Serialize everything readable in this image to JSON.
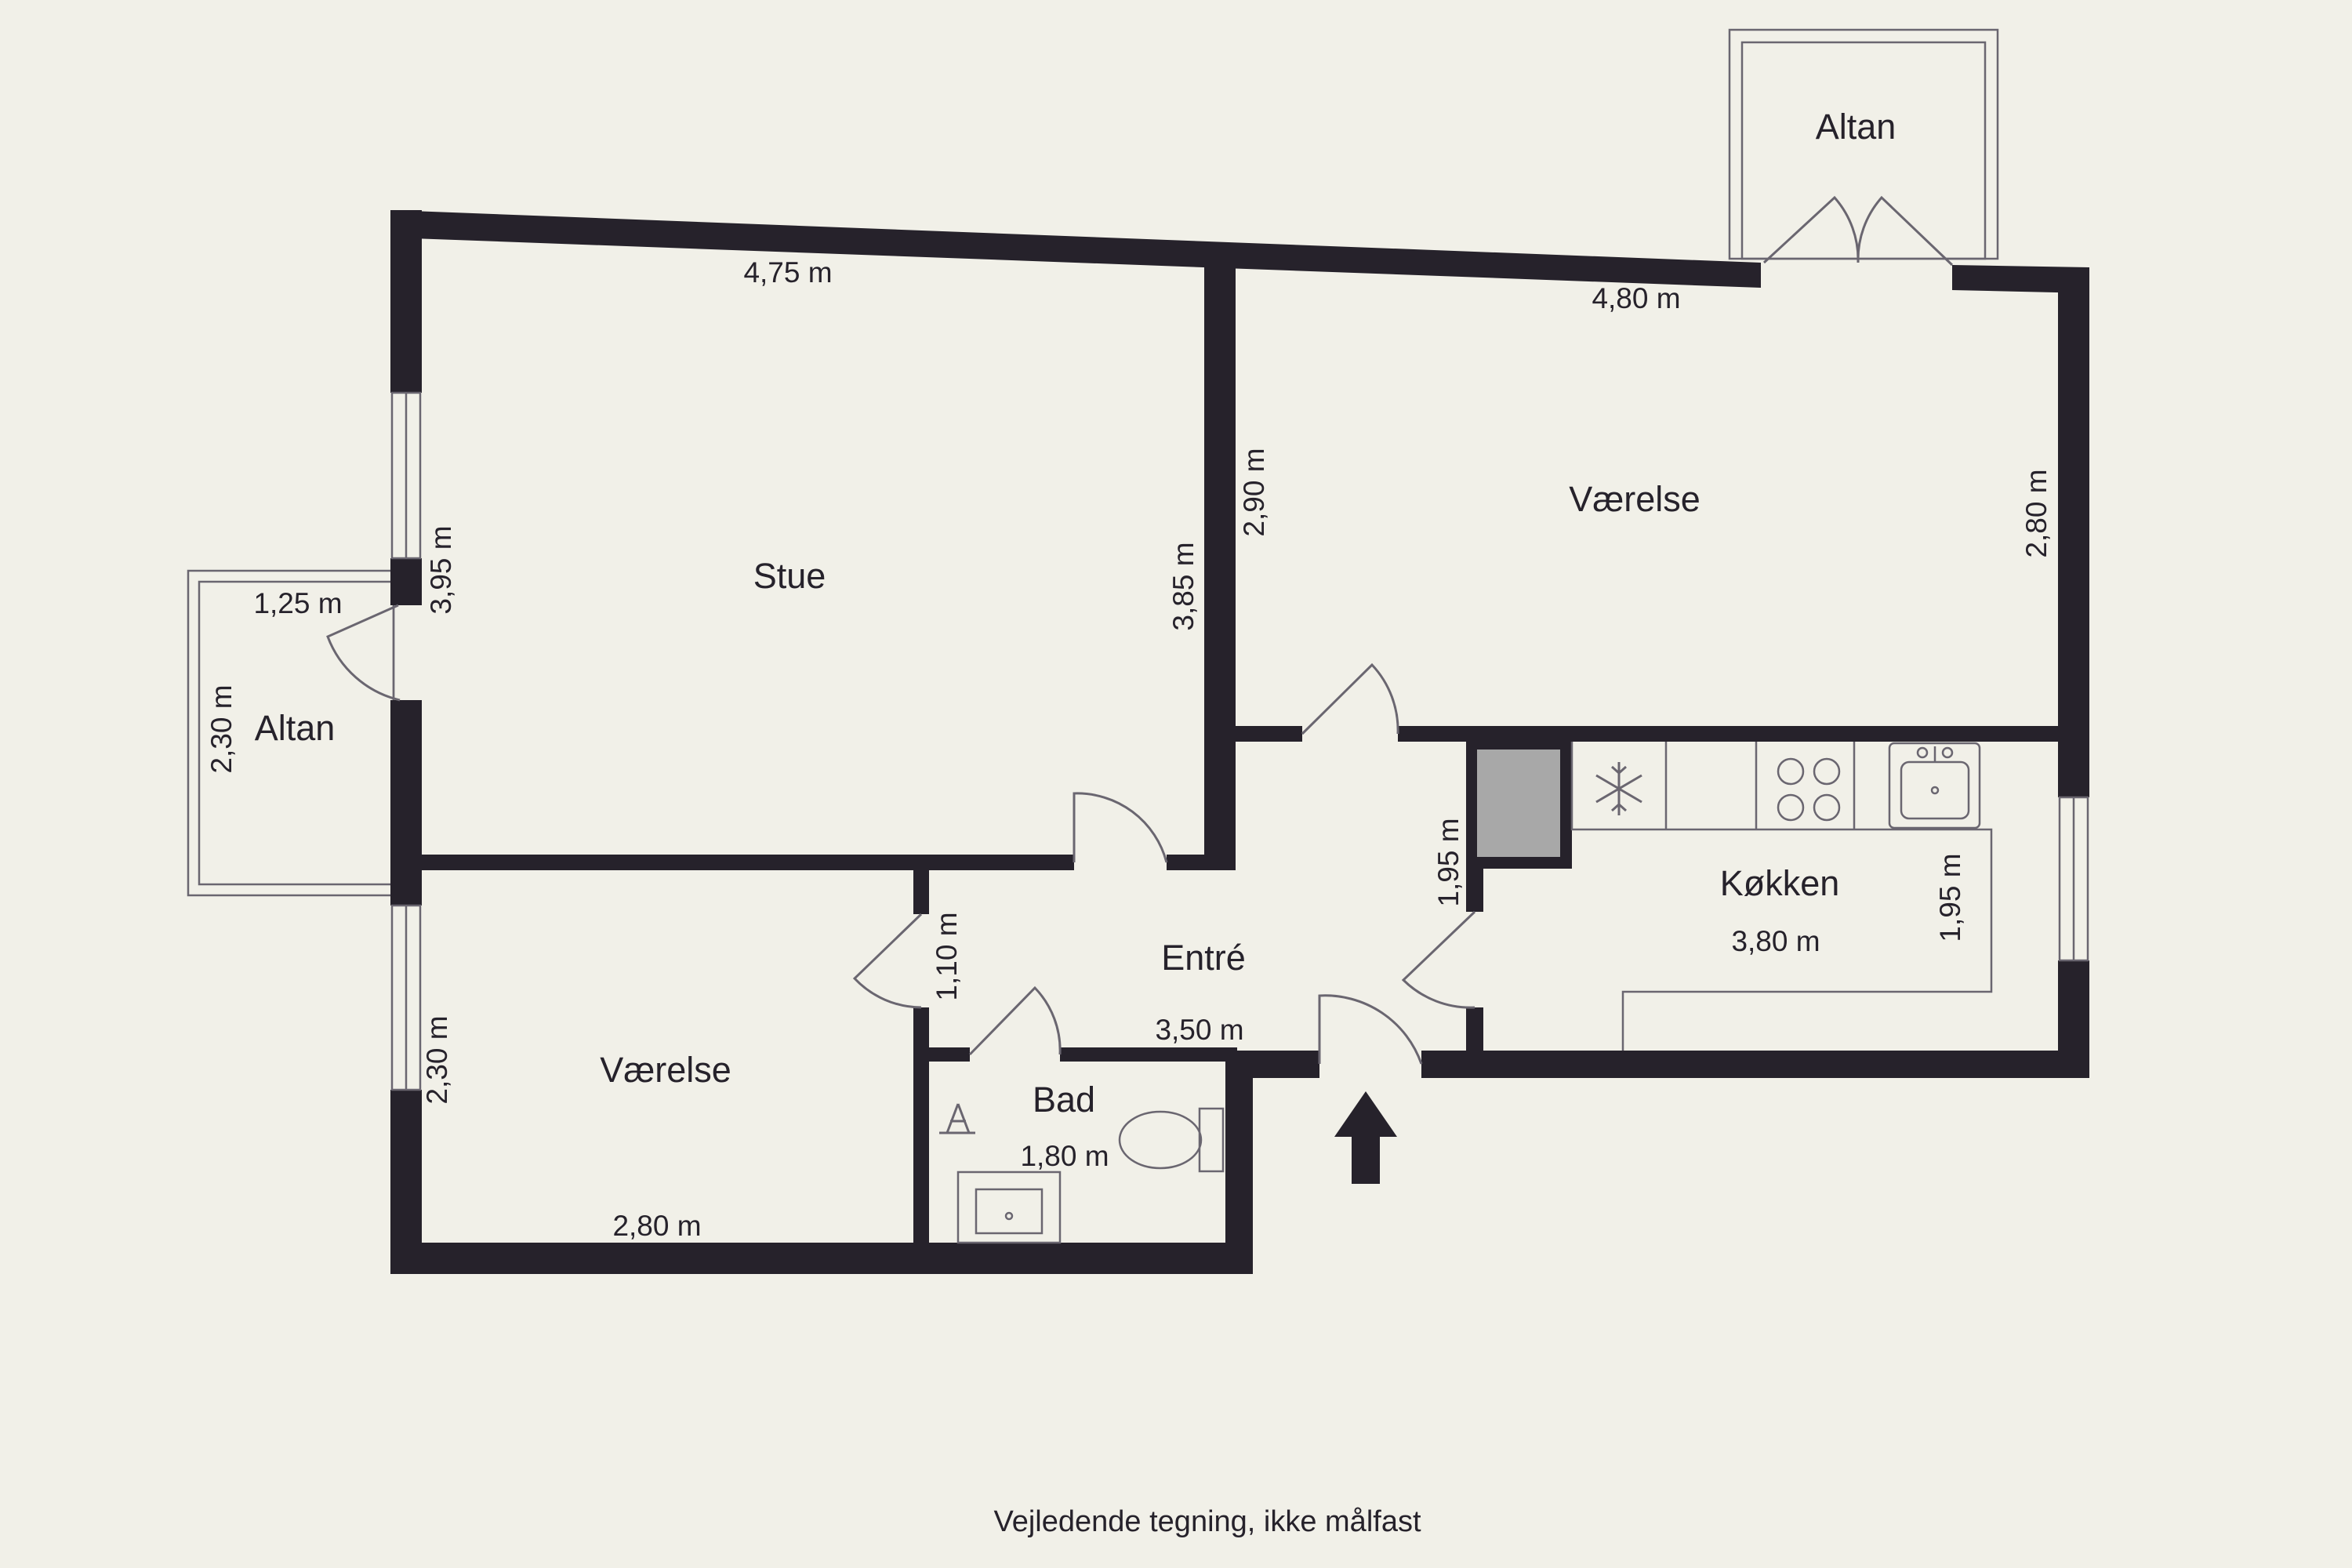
{
  "rooms": {
    "stue": "Stue",
    "vaerelse_upper": "Værelse",
    "vaerelse_lower": "Værelse",
    "entre": "Entré",
    "koekken": "Køkken",
    "bad": "Bad",
    "altan_top": "Altan",
    "altan_left": "Altan"
  },
  "dimensions": {
    "stue_width": "4,75 m",
    "stue_height_left": "3,95 m",
    "stue_height_right": "3,85 m",
    "vaerelse_upper_width": "4,80 m",
    "vaerelse_upper_height_left": "2,90 m",
    "vaerelse_upper_height_right": "2,80 m",
    "altan_left_width": "1,25 m",
    "altan_left_height": "2,30 m",
    "vaerelse_lower_width": "2,80 m",
    "vaerelse_lower_height": "2,30 m",
    "entre_width": "3,50 m",
    "entre_height_left": "1,10 m",
    "entre_height_right": "1,95 m",
    "koekken_width": "3,80 m",
    "koekken_height": "1,95 m",
    "bad_width": "1,80 m"
  },
  "caption": "Vejledende tegning, ikke målfast",
  "colors": {
    "background": "#f1f0e8",
    "wall": "#26222b",
    "fridge": "#a8a8a8"
  }
}
